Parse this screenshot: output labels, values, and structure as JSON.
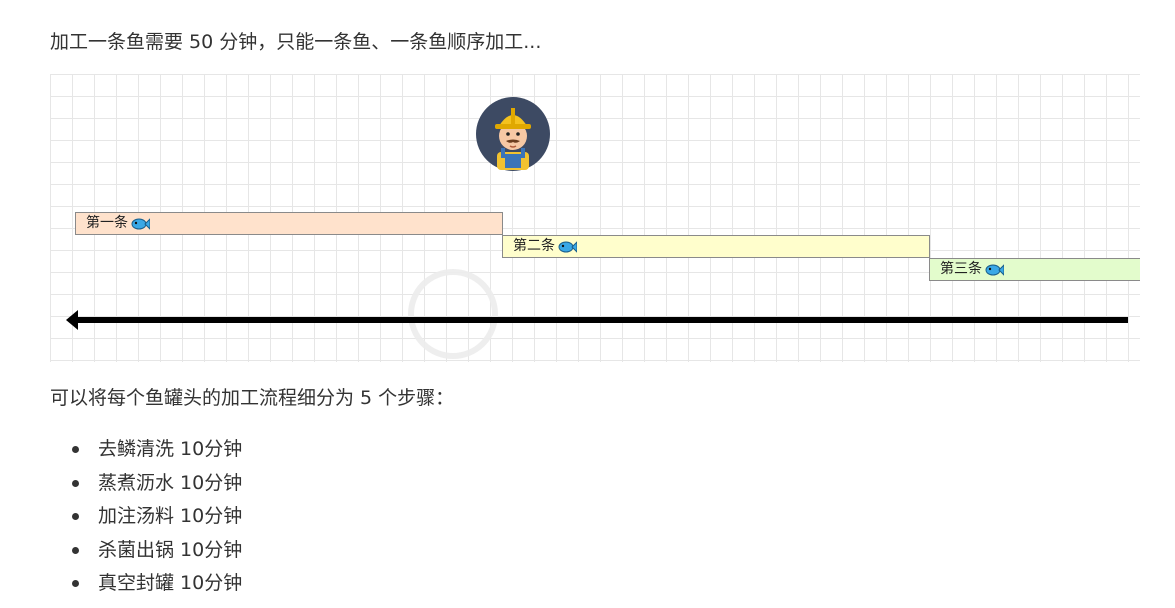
{
  "intro_text": "加工一条鱼需要 50 分钟，只能一条鱼、一条鱼顺序加工...",
  "diagram": {
    "avatar_icon": "worker-avatar-icon",
    "bars": [
      {
        "label": "第一条",
        "color": "#ffe2cc"
      },
      {
        "label": "第二条",
        "color": "#fffecc"
      },
      {
        "label": "第三条",
        "color": "#e3fccc"
      }
    ],
    "fish_icon": "fish-icon",
    "arrow_icon": "left-arrow-icon"
  },
  "steps_intro": "可以将每个鱼罐头的加工流程细分为 5 个步骤：",
  "steps": [
    {
      "text": "去鳞清洗 10分钟"
    },
    {
      "text": "蒸煮沥水 10分钟"
    },
    {
      "text": "加注汤料 10分钟"
    },
    {
      "text": "杀菌出锅 10分钟"
    },
    {
      "text": "真空封罐 10分钟"
    }
  ]
}
